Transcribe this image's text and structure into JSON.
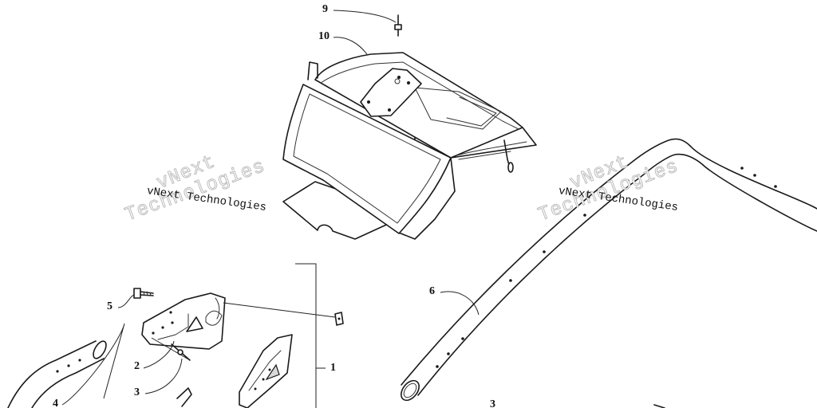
{
  "diagram": {
    "callouts": [
      "9",
      "10",
      "5",
      "2",
      "3",
      "4",
      "1",
      "6",
      "3"
    ],
    "watermark": {
      "brand": "vNext",
      "outline_word": "Technologies",
      "full_text": "vNext Technologies"
    }
  }
}
